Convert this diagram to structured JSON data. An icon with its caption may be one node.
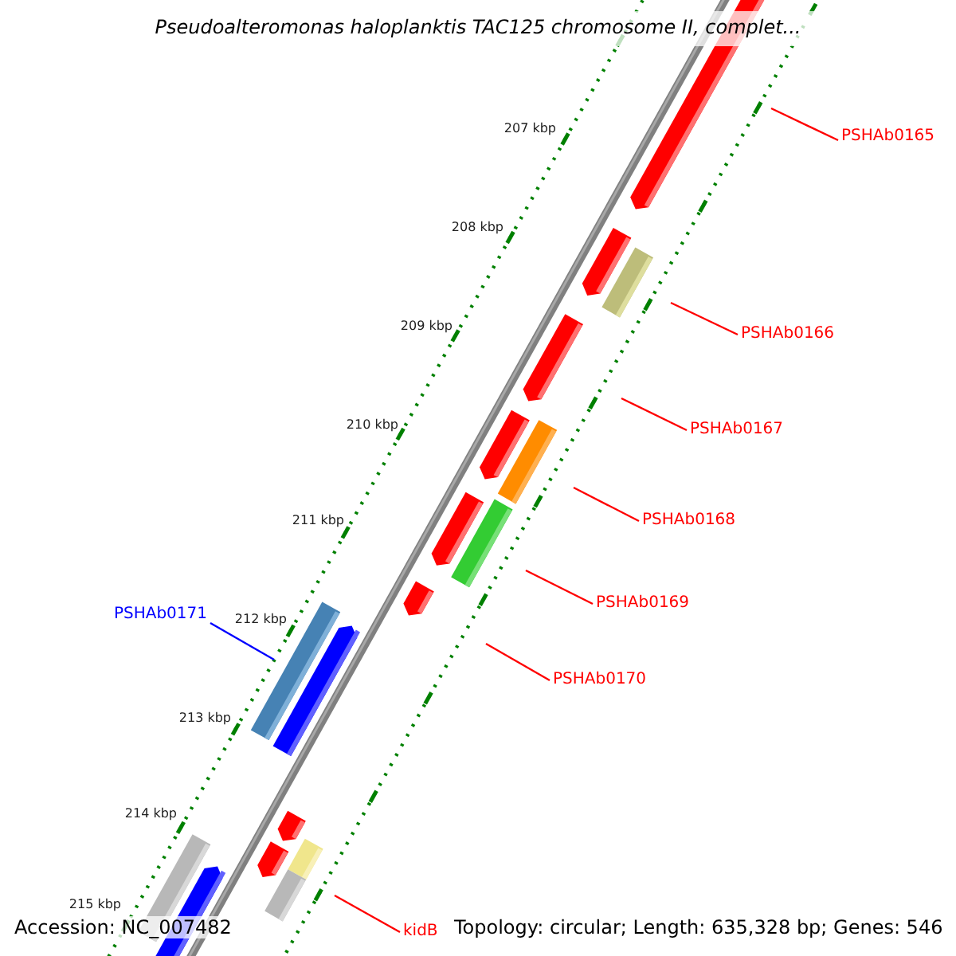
{
  "diagram": {
    "title": "Pseudoalteromonas haloplanktis TAC125 chromosome II, complet...",
    "nodes": [
      {
        "text": [
          "PSHAb0165"
        ]
      },
      {
        "text": [
          "PSHAb0166"
        ]
      },
      {
        "text": [
          "PSHAb0167"
        ]
      },
      {
        "text": [
          "PSHAb0168"
        ]
      },
      {
        "text": [
          "PSHAb0169"
        ]
      },
      {
        "text": [
          "PSHAb0170"
        ]
      },
      {
        "text": [
          "PSHAb0171"
        ]
      },
      {
        "text": [
          "kidB"
        ]
      }
    ],
    "edges": [
      {
        "from": 0,
        "to": null,
        "arrow": "none"
      },
      {
        "from": 1,
        "to": null,
        "arrow": "none"
      },
      {
        "from": 2,
        "to": null,
        "arrow": "none"
      },
      {
        "from": 3,
        "to": null,
        "arrow": "none"
      },
      {
        "from": 4,
        "to": null,
        "arrow": "none"
      },
      {
        "from": 5,
        "to": null,
        "arrow": "none"
      },
      {
        "from": 6,
        "to": null,
        "arrow": "none",
        "color": "#0000ff"
      },
      {
        "from": 7,
        "to": null,
        "arrow": "none"
      }
    ],
    "labels": [
      "207 kbp",
      "208 kbp",
      "209 kbp",
      "210 kbp",
      "211 kbp",
      "212 kbp",
      "213 kbp",
      "214 kbp",
      "215 kbp",
      "Accession: NC_007482",
      "Topology: circular; Length: 635,328 bp; Genes: 546"
    ]
  }
}
